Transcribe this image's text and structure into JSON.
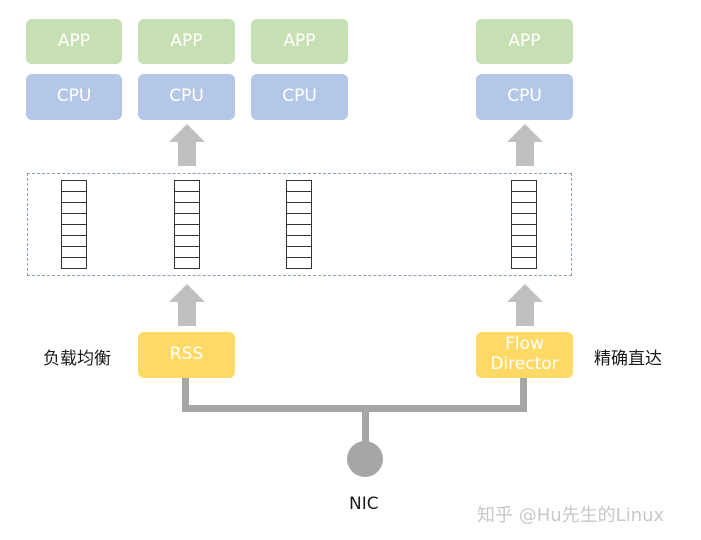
{
  "apps": [
    {
      "app_label": "APP",
      "cpu_label": "CPU"
    },
    {
      "app_label": "APP",
      "cpu_label": "CPU"
    },
    {
      "app_label": "APP",
      "cpu_label": "CPU"
    },
    {
      "app_label": "APP",
      "cpu_label": "CPU"
    }
  ],
  "rss": {
    "label": "RSS",
    "side_label": "负载均衡"
  },
  "flow_director": {
    "label_line1": "Flow",
    "label_line2": "Director",
    "side_label": "精确直达"
  },
  "nic": {
    "label": "NIC"
  },
  "queue_cells": 8,
  "watermark": "知乎 @Hu先生的Linux",
  "colors": {
    "app": "#c6e0b4",
    "cpu": "#b4c7e7",
    "steering": "#ffd966",
    "arrow": "#bfbfbf",
    "wire": "#a6a6a6"
  }
}
